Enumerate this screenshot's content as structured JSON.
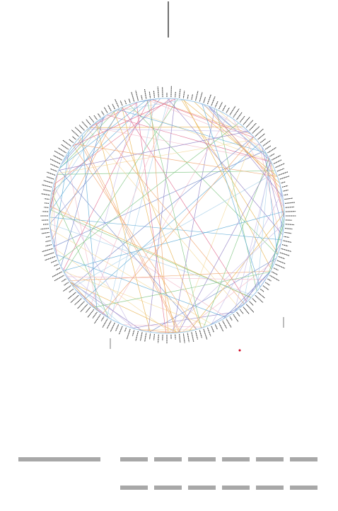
{
  "diagram": {
    "type": "circular-network",
    "node_count": 180,
    "edge_count": 150,
    "edge_palette": [
      "#e8b04a",
      "#f5d99a",
      "#5aa9d6",
      "#a8d0ea",
      "#e06a8e",
      "#f2b8c8",
      "#8e7cc3",
      "#c5b8e6",
      "#7bc47f",
      "#f0a36a",
      "#6f86c9"
    ],
    "label_color": "#222222",
    "grid_lines": false
  },
  "legend": {
    "bar_color": "#a8a8a8",
    "rows": 2
  },
  "colors": {
    "background": "#ffffff",
    "axis_line": "#111111",
    "highlight": "#d0001e"
  }
}
